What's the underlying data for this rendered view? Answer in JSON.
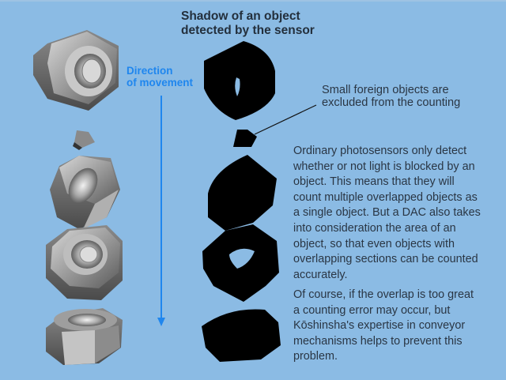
{
  "title": "Shadow of an object\ndetected by the sensor",
  "direction_label": "Direction\nof movement",
  "small_objects_note": "Small foreign objects are\nexcluded from the counting",
  "paragraphs": [
    "Ordinary photosensors only detect\nwhether or not light is blocked by an\nobject. This means that they will\ncount multiple overlapped objects as\na single object. But a DAC also takes\ninto consideration the area of an\nobject, so that even objects with\noverlapping sections can be counted\naccurately.",
    "Of course, if the overlap is too great\na counting error may occur, but\nKōshinsha's expertise in conveyor\nmechanisms helps to prevent this\nproblem."
  ],
  "colors": {
    "background": "#8bbbe4",
    "arrow": "#1f86ee",
    "shadow": "#000000",
    "text": "#2a3644"
  },
  "icons": {
    "objects": [
      "hex-nut",
      "small-foreign-object",
      "hex-nut",
      "hex-nut",
      "hex-nut"
    ],
    "shadows": [
      "nut-shadow",
      "foreign-object-shadow",
      "nut-shadow",
      "nut-shadow",
      "nut-shadow"
    ]
  }
}
